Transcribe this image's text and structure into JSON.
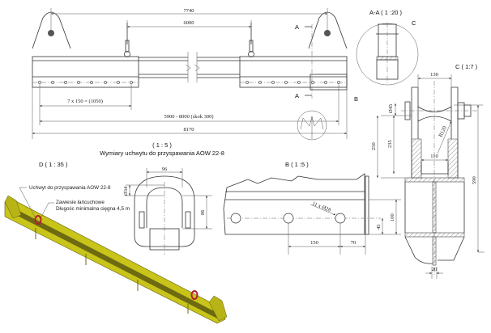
{
  "main_view": {
    "dim_7740": "7740",
    "dim_6000": "6000",
    "dim_pitch": "7 x 150 = (1050)",
    "dim_range": "5900 - 8000 (skok 300)",
    "dim_8170": "8170",
    "section_a_top": "A",
    "section_a_bottom": "A",
    "detail_b_marker": "B",
    "scale": "( 1 : 5 )",
    "caption": "Wymiary uchwytu do przyspawania AOW 22-8"
  },
  "section_aa": {
    "title": "A-A ( 1 :20 )",
    "detail_c_marker": "C"
  },
  "detail_c": {
    "title": "C ( 1:7 )",
    "dim_130": "130",
    "dim_d45": "Ø45",
    "dim_r120": "R120",
    "dim_250": "250",
    "dim_235": "235",
    "dim_110": "110",
    "dim_590": "590",
    "dim_20": "20"
  },
  "detail_b": {
    "title": "B ( 1 :5 )",
    "holes": "11 x Ø28",
    "dim_150": "150",
    "dim_70": "70",
    "dim_100": "100",
    "dim_45": "45"
  },
  "handle_view": {
    "dim_96": "96",
    "dim_d34": "Ø34",
    "dim_86": "86"
  },
  "view_d": {
    "title": "D ( 1 : 35 )",
    "callout_handle": "Uchwyt do przyspawania AOW 22-8",
    "callout_chain": "Zawiesie łańcuchowe",
    "callout_chain_length": "Długośc minimalna cięgna 4,5 m"
  },
  "colors": {
    "beam_yellow": "#c8c419",
    "shackle_red": "#b4202a"
  }
}
